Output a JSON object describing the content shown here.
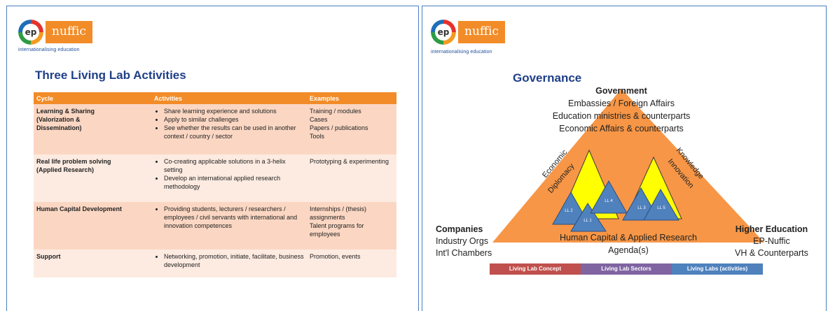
{
  "slide1": {
    "logo": {
      "ep": "ep",
      "nuffic": "nuffic",
      "tagline": "internationalising education"
    },
    "title": "Three Living Lab Activities",
    "table": {
      "headers": [
        "Cycle",
        "Activities",
        "Examples"
      ],
      "rows": [
        {
          "cycle": [
            "Learning & Sharing",
            "(Valorization &",
            "Dissemination)"
          ],
          "activities": [
            "Share learning experience and solutions",
            "Apply to similar challenges",
            "See whether the results can be used in another context / country / sector"
          ],
          "examples": [
            "Training / modules",
            "Cases",
            "Papers / publications",
            "Tools"
          ]
        },
        {
          "cycle": [
            "Real life problem solving",
            "(Applied Research)"
          ],
          "activities": [
            "Co-creating applicable solutions in a 3-helix setting",
            "Develop an international applied research methodology"
          ],
          "examples": [
            "Prototyping & experimenting"
          ]
        },
        {
          "cycle": [
            "Human Capital Development"
          ],
          "activities": [
            "Providing students, lecturers / researchers / employees / civil servants with international and innovation competences"
          ],
          "examples": [
            "Internships / (thesis) assignments",
            "Talent programs for employees"
          ]
        },
        {
          "cycle": [
            "Support"
          ],
          "activities": [
            "Networking, promotion, initiate, facilitate, business development"
          ],
          "examples": [
            "Promotion, events"
          ]
        }
      ]
    }
  },
  "slide2": {
    "logo": {
      "ep": "ep",
      "nuffic": "nuffic",
      "tagline": "internationalising education"
    },
    "title": "Governance",
    "government": {
      "heading": "Government",
      "lines": [
        "Embassies / Foreign Affairs",
        "Education ministries & counterparts",
        "Economic Affairs & counterparts"
      ]
    },
    "left_side": [
      "Economic",
      "Diplomacy"
    ],
    "right_side": [
      "Knowledge",
      "Innovation"
    ],
    "companies": {
      "heading": "Companies",
      "lines": [
        "Industry Orgs",
        "Int'l Chambers"
      ]
    },
    "higher_education": {
      "heading": "Higher Education",
      "lines": [
        "EP-Nuffic",
        "VH & Counterparts"
      ]
    },
    "bottom_center": [
      "Human Capital & Applied Research",
      "Agenda(s)"
    ],
    "living_labs": [
      "LL 2",
      "LL 1",
      "LL 4",
      "LL 3",
      "LL 5"
    ],
    "legend": [
      {
        "label": "Living Lab Concept",
        "color": "#c0504d"
      },
      {
        "label": "Living Lab Sectors",
        "color": "#8064a2"
      },
      {
        "label": "Living Labs (activities)",
        "color": "#4f81bd"
      }
    ],
    "colors": {
      "triangle": "#f79646",
      "inner": "#ffff00",
      "ll": "#4f81bd"
    }
  }
}
